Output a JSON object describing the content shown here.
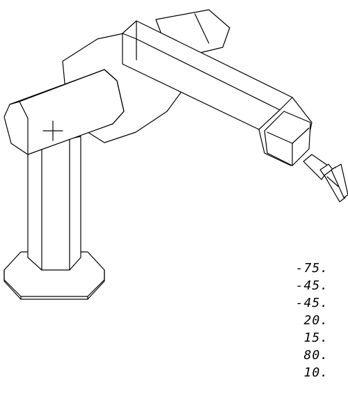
{
  "joint_readout": {
    "values": [
      "-75.",
      "-45.",
      "-45.",
      "20.",
      "15.",
      "80.",
      "10."
    ]
  }
}
